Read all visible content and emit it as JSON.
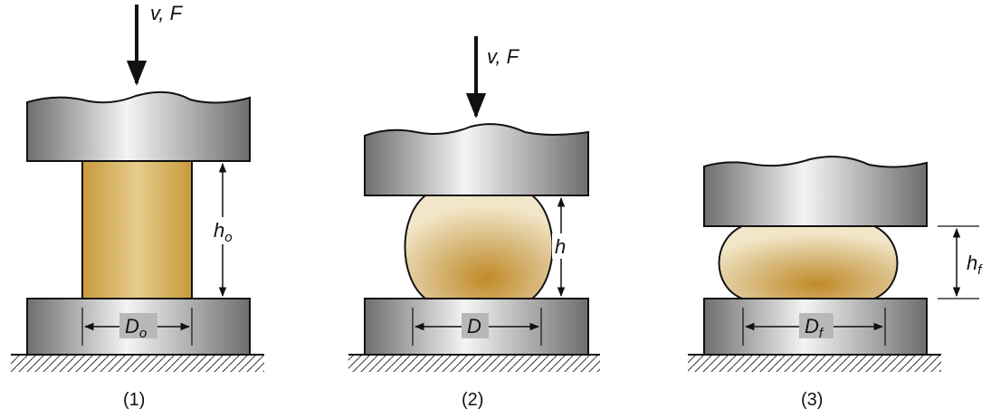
{
  "stage1": {
    "load": "v, F",
    "height": "h",
    "height_sub": "o",
    "diameter": "D",
    "diameter_sub": "o",
    "caption": "(1)"
  },
  "stage2": {
    "load": "v, F",
    "height": "h",
    "diameter": "D",
    "caption": "(2)"
  },
  "stage3": {
    "height": "h",
    "height_sub": "f",
    "diameter": "D",
    "diameter_sub": "f",
    "caption": "(3)"
  },
  "colors": {
    "die": "#9a9a9a",
    "workpiece": "#c8a050",
    "outline": "#111111"
  }
}
